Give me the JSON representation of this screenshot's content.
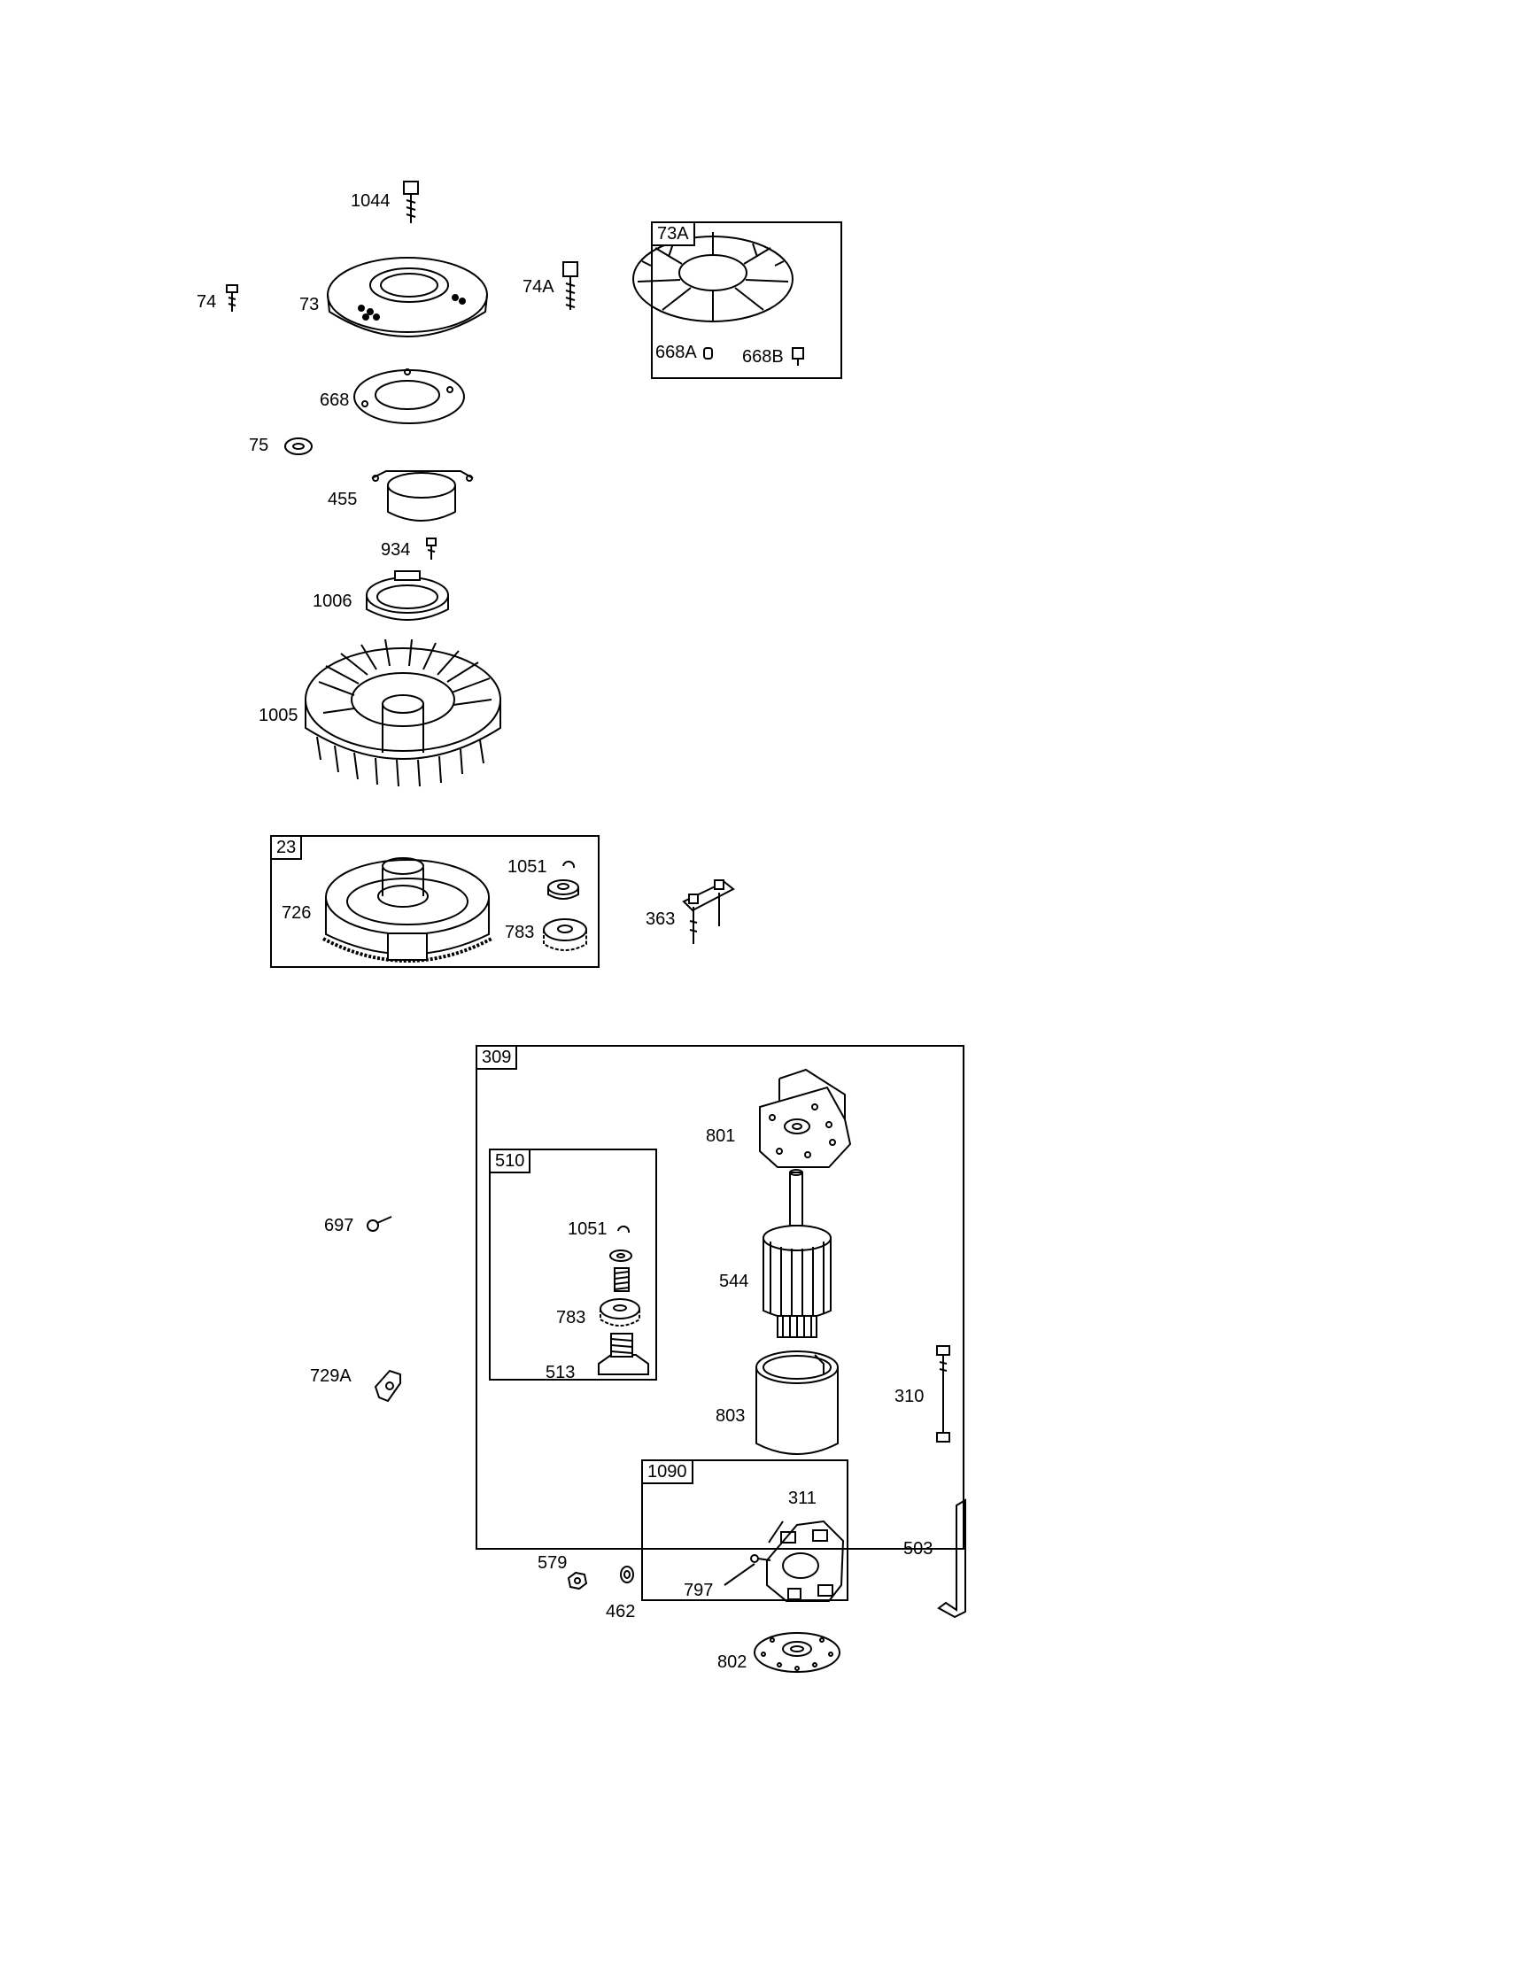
{
  "parts": {
    "p1044": "1044",
    "p74": "74",
    "p73": "73",
    "p74A": "74A",
    "p668": "668",
    "p75": "75",
    "p455": "455",
    "p934": "934",
    "p1006": "1006",
    "p1005": "1005",
    "p1051_top": "1051",
    "p726": "726",
    "p783_top": "783",
    "p363": "363",
    "p801": "801",
    "p697": "697",
    "p1051_kit": "1051",
    "p544": "544",
    "p783_kit": "783",
    "p513": "513",
    "p729A": "729A",
    "p310": "310",
    "p803": "803",
    "p311": "311",
    "p503": "503",
    "p579": "579",
    "p797": "797",
    "p462": "462",
    "p802": "802",
    "p668A": "668A",
    "p668B": "668B"
  },
  "boxes": {
    "b73A": "73A",
    "b23": "23",
    "b309": "309",
    "b510": "510",
    "b1090": "1090"
  }
}
